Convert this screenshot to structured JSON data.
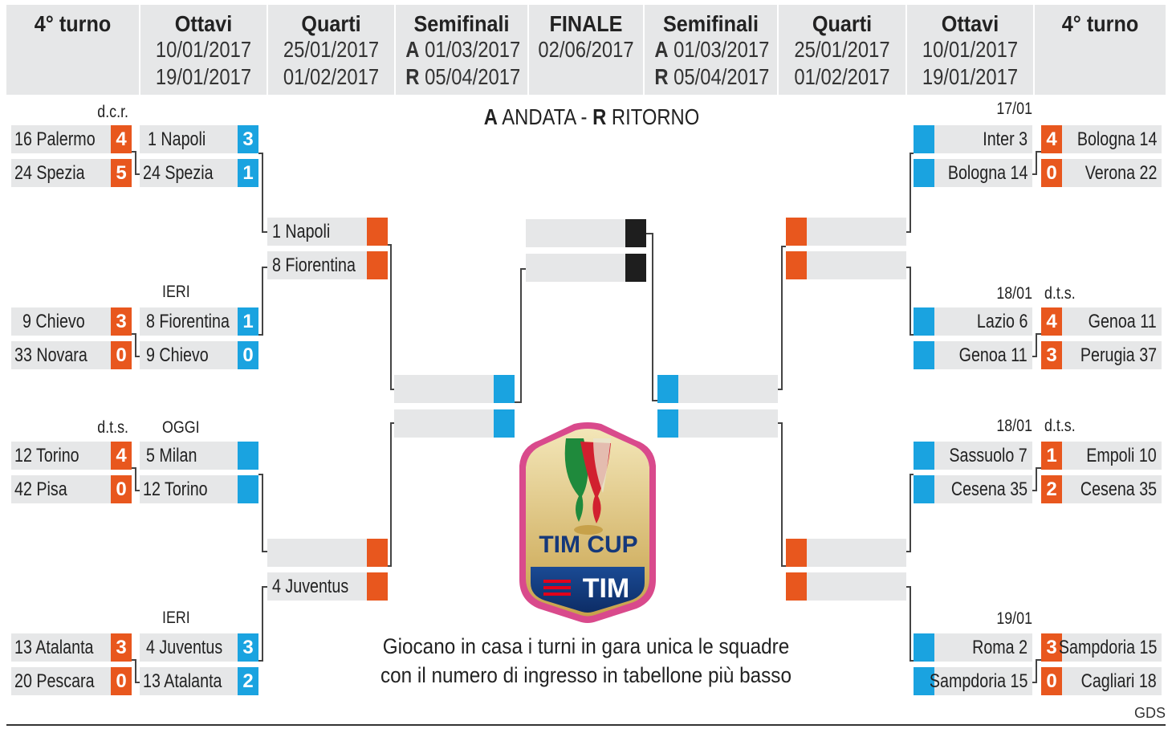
{
  "header": {
    "columns": [
      {
        "title": "4° turno",
        "dates": []
      },
      {
        "title": "Ottavi",
        "dates": [
          "10/01/2017",
          "19/01/2017"
        ]
      },
      {
        "title": "Quarti",
        "dates": [
          "25/01/2017",
          "01/02/2017"
        ]
      },
      {
        "title": "Semifinali",
        "dates": [
          "A 01/03/2017",
          "R 05/04/2017"
        ]
      },
      {
        "title": "FINALE",
        "dates": [
          "02/06/2017"
        ]
      },
      {
        "title": "Semifinali",
        "dates": [
          "A 01/03/2017",
          "R 05/04/2017"
        ]
      },
      {
        "title": "Quarti",
        "dates": [
          "25/01/2017",
          "01/02/2017"
        ]
      },
      {
        "title": "Ottavi",
        "dates": [
          "10/01/2017",
          "19/01/2017"
        ]
      },
      {
        "title": "4° turno",
        "dates": []
      }
    ]
  },
  "legend": {
    "a": "A",
    "a_label": "ANDATA",
    "dash": "-",
    "r": "R",
    "r_label": "RITORNO"
  },
  "left": {
    "turno4": [
      {
        "team": "16 Palermo",
        "score": "4"
      },
      {
        "team": "24 Spezia",
        "score": "5"
      },
      {
        "team": "9 Chievo",
        "score": "3"
      },
      {
        "team": "33 Novara",
        "score": "0"
      },
      {
        "team": "12 Torino",
        "score": "4"
      },
      {
        "team": "42 Pisa",
        "score": "0"
      },
      {
        "team": "13 Atalanta",
        "score": "3"
      },
      {
        "team": "20 Pescara",
        "score": "0"
      }
    ],
    "ottavi": [
      {
        "team": "1 Napoli",
        "score": "3"
      },
      {
        "team": "24 Spezia",
        "score": "1"
      },
      {
        "team": "8 Fiorentina",
        "score": "1"
      },
      {
        "team": "9 Chievo",
        "score": "0"
      },
      {
        "team": "5 Milan",
        "score": ""
      },
      {
        "team": "12 Torino",
        "score": ""
      },
      {
        "team": "4 Juventus",
        "score": "3"
      },
      {
        "team": "13 Atalanta",
        "score": "2"
      }
    ],
    "quarti": [
      {
        "team": "1 Napoli",
        "score": ""
      },
      {
        "team": "8 Fiorentina",
        "score": ""
      },
      {
        "team": "",
        "score": ""
      },
      {
        "team": "4 Juventus",
        "score": ""
      }
    ],
    "notes": [
      "d.c.r.",
      "IERI",
      "d.t.s.",
      "OGGI",
      "IERI"
    ]
  },
  "right": {
    "turno4": [
      {
        "team": "Bologna 14",
        "score": "4"
      },
      {
        "team": "Verona 22",
        "score": "0"
      },
      {
        "team": "Genoa 11",
        "score": "4"
      },
      {
        "team": "Perugia 37",
        "score": "3"
      },
      {
        "team": "Empoli 10",
        "score": "1"
      },
      {
        "team": "Cesena 35",
        "score": "2"
      },
      {
        "team": "Sampdoria 15",
        "score": "3"
      },
      {
        "team": "Cagliari 18",
        "score": "0"
      }
    ],
    "ottavi": [
      {
        "team": "Inter 3",
        "score": ""
      },
      {
        "team": "Bologna 14",
        "score": ""
      },
      {
        "team": "Lazio 6",
        "score": ""
      },
      {
        "team": "Genoa 11",
        "score": ""
      },
      {
        "team": "Sassuolo 7",
        "score": ""
      },
      {
        "team": "Cesena 35",
        "score": ""
      },
      {
        "team": "Roma 2",
        "score": ""
      },
      {
        "team": "Sampdoria 15",
        "score": ""
      }
    ],
    "notes": [
      "17/01",
      "18/01",
      "d.t.s.",
      "18/01",
      "d.t.s.",
      "19/01"
    ]
  },
  "logo": {
    "text_top": "TIM CUP",
    "text_bottom": "TIM"
  },
  "info": {
    "line1": "Giocano in casa i turni in gara unica le squadre",
    "line2": "con il numero di ingresso in tabellone più basso"
  },
  "credit": "GDS",
  "colors": {
    "orange": "#e8571e",
    "blue": "#1aa3e0",
    "black": "#1e1e1e",
    "gray": "#e6e7e8"
  }
}
